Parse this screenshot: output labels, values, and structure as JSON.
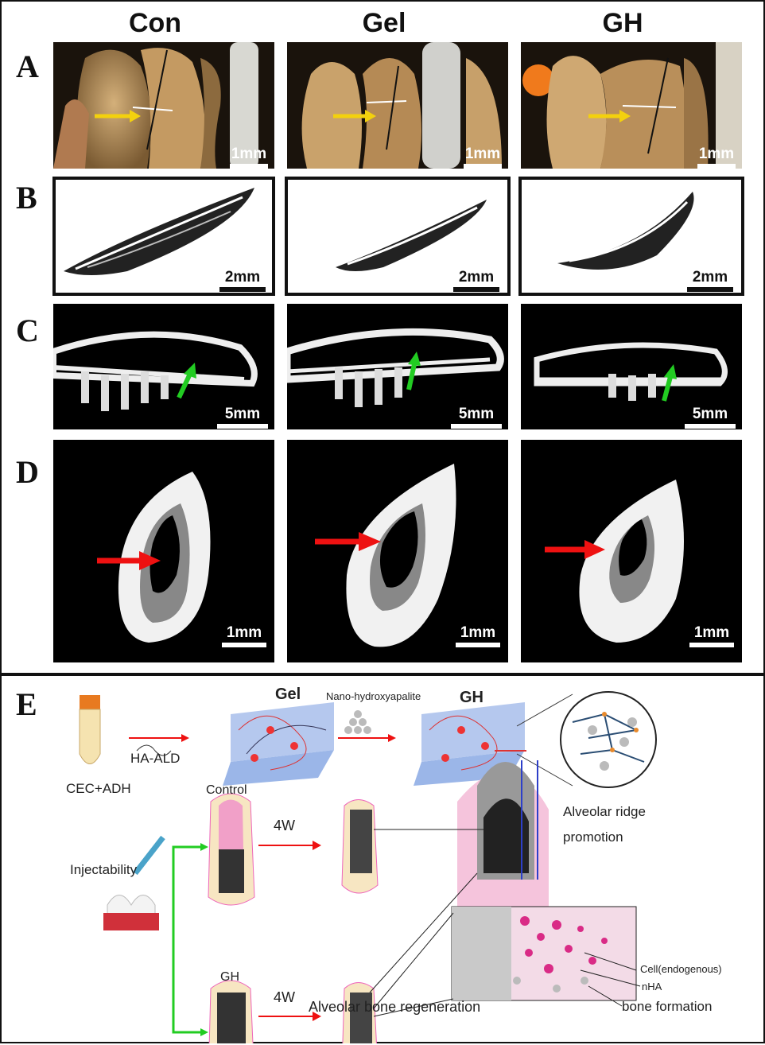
{
  "columns": [
    "Con",
    "Gel",
    "GH"
  ],
  "row_labels": [
    "A",
    "B",
    "C",
    "D",
    "E"
  ],
  "scale_bars": {
    "A": [
      "1mm",
      "1mm",
      "1mm"
    ],
    "B": [
      "2mm",
      "2mm",
      "2mm"
    ],
    "C": [
      "5mm",
      "5mm",
      "5mm"
    ],
    "D": [
      "1mm",
      "1mm",
      "1mm"
    ]
  },
  "schematic": {
    "tube_label": "CEC+ADH",
    "crosslinker_label": "HA-ALD",
    "gel_label": "Gel",
    "nano_label": "Nano-hydroxyapalite",
    "gh_label": "GH",
    "control_label": "Control",
    "gh_tooth_label": "GH",
    "time_top": "4W",
    "time_bottom": "4W",
    "injectability_label": "Injectability",
    "ridge_label_line1": "Alveolar ridge",
    "ridge_label_line2": "promotion",
    "regeneration_label": "Alveolar bone regeneration",
    "legend_cell": "Cell(endogenous)",
    "legend_nha": "nHA",
    "legend_bone": "bone formation"
  },
  "colors": {
    "arrow_yellow": "#f3d10d",
    "arrow_green": "#22cc22",
    "arrow_red": "#ee1111",
    "bone_tan": "#b98f5a",
    "gel_blue": "#9bb6e8",
    "tissue_pink": "#e86aa8"
  }
}
